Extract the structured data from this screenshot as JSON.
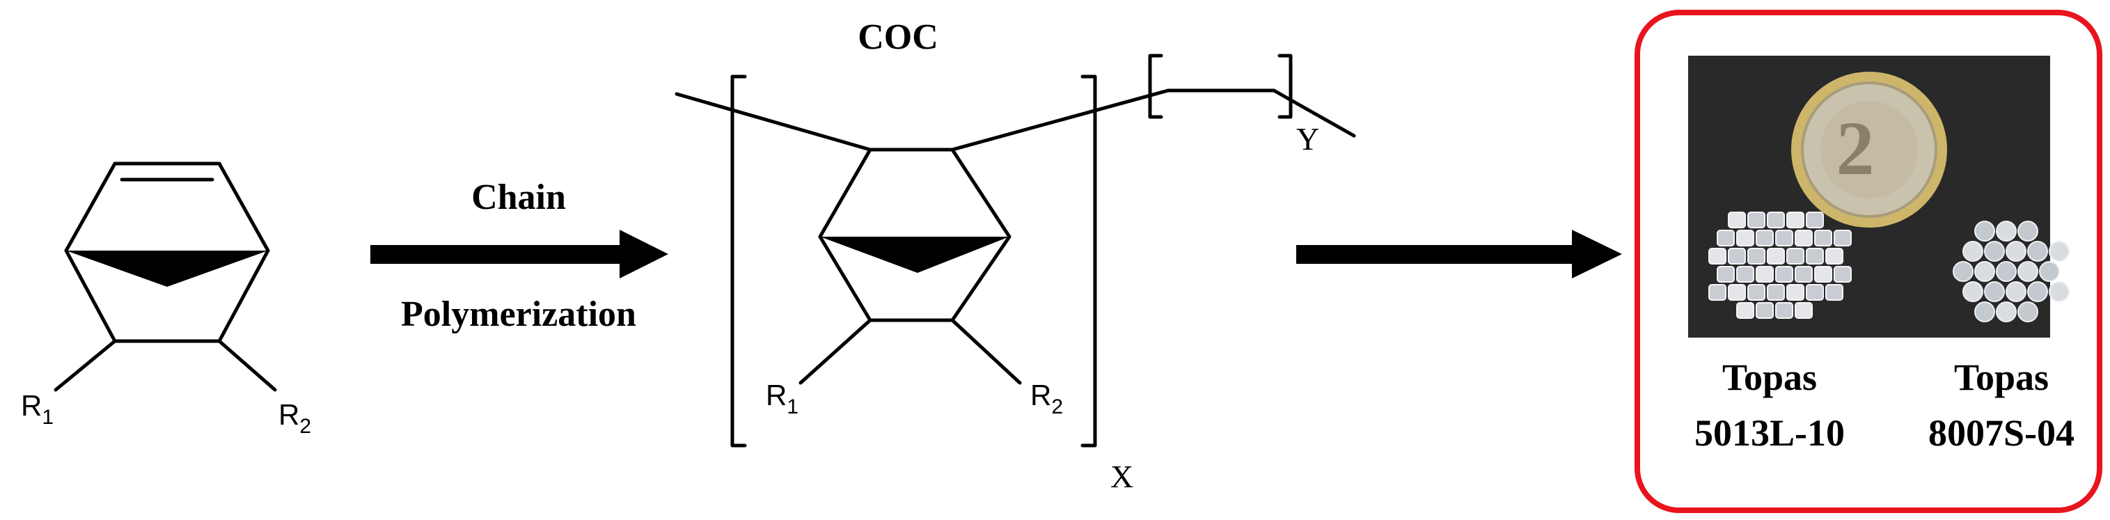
{
  "monomer": {
    "sub1": "R",
    "sub1_index": "1",
    "sub2": "R",
    "sub2_index": "2"
  },
  "reaction": {
    "line1": "Chain",
    "line2": "Polymerization"
  },
  "polymer": {
    "title": "COC",
    "sub1": "R",
    "sub1_index": "1",
    "sub2": "R",
    "sub2_index": "2",
    "repeat_x": "X",
    "repeat_y": "Y"
  },
  "product": {
    "frame_color": "#e8141e",
    "left_label_line1": "Topas",
    "left_label_line2": "5013L-10",
    "right_label_line1": "Topas",
    "right_label_line2": "8007S-04",
    "coin_text": "2"
  }
}
